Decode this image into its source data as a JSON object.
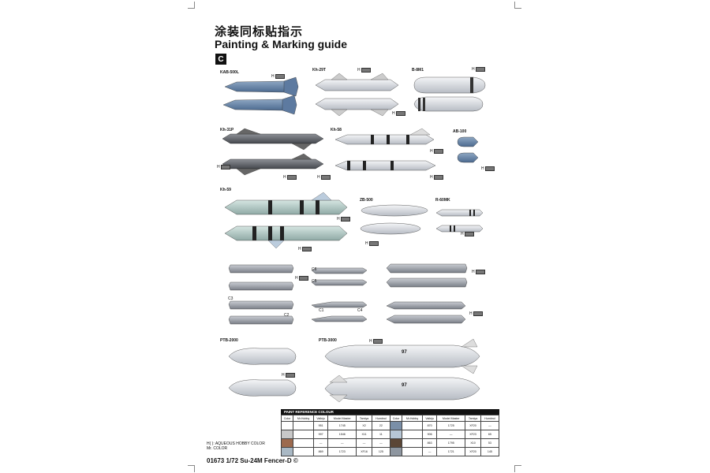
{
  "title_cn": "涂装同标贴指示",
  "title_en": "Painting & Marking guide",
  "section_badge": "C",
  "weapons": {
    "kab500l": "KAB-500L",
    "kh29t": "Kh-29T",
    "b8m1": "B-8M1",
    "kh31p": "Kh-31P",
    "kh58": "Kh-58",
    "ab100": "AB-100",
    "kh59": "Kh-59",
    "zb500": "ZB-500",
    "r60mk": "R-60MK",
    "ptb2000": "PTB-2000",
    "ptb3000": "PTB-3000"
  },
  "pylon_labels": {
    "c1": "C1",
    "c2": "C2",
    "c3": "C3",
    "c4": "C4",
    "c5": "C5",
    "c6": "C6"
  },
  "tank_marking": "97",
  "color_refs": [
    "H",
    "H",
    "H",
    "H",
    "H",
    "H",
    "H",
    "H",
    "H",
    "H",
    "H",
    "H",
    "H",
    "H",
    "H",
    "H",
    "H",
    "H",
    "H"
  ],
  "table": {
    "title": "PAINT REFERENCE COLOUR",
    "headers": [
      "Color",
      "Mr.Hobby",
      "Vallejo",
      "Model Master",
      "Tamiya",
      "Humbrol",
      "Color",
      "Mr.Hobby",
      "Vallejo",
      "Model Master",
      "Tamiya",
      "Humbrol"
    ],
    "rows": [
      [
        "",
        "",
        "951",
        "1745",
        "X2",
        "22",
        "",
        "",
        "870",
        "1725",
        "XF20",
        "—"
      ],
      [
        "",
        "",
        "997",
        "1546",
        "X11",
        "11",
        "",
        "",
        "906",
        "—",
        "XF23",
        "65"
      ],
      [
        "",
        "",
        "—",
        "—",
        "—",
        "—",
        "",
        "",
        "863",
        "1795",
        "X10",
        "53"
      ],
      [
        "",
        "",
        "869",
        "1723",
        "XF16",
        "125",
        "",
        "",
        "—",
        "1721",
        "XF20",
        "145"
      ]
    ]
  },
  "legend": {
    "h_label": "H( ): AQUEOUS HOBBY COLOR",
    "mr_label": "Mr. COLOR"
  },
  "footer": "01673  1/72 Su-24M Fencer-D  ©"
}
